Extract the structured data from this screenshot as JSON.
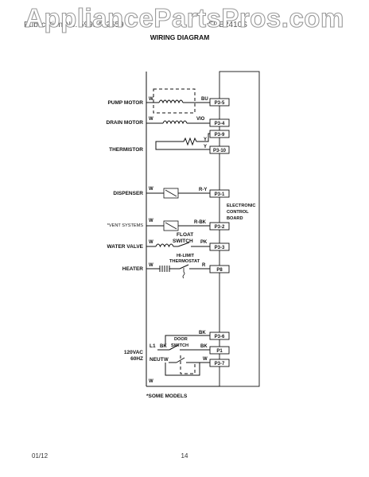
{
  "watermark": "AppliancePartsPros.com",
  "header": {
    "left": "Publication No. 5995442659",
    "right": "FDB2410S"
  },
  "title": "WIRING DIAGRAM",
  "board_label": [
    "ELECTRONIC",
    "CONTROL",
    "BOARD"
  ],
  "components": {
    "pump_motor": "PUMP MOTOR",
    "drain_motor": "DRAIN MOTOR",
    "thermistor": "THERMISTOR",
    "dispenser": "DISPENSER",
    "vent_systems": "*VENT SYSTEMS",
    "float_switch": [
      "FLOAT",
      "SWITCH"
    ],
    "water_valve": "WATER VALVE",
    "hi_limit": [
      "HI-LIMIT",
      "THERMOSTAT"
    ],
    "heater": "HEATER",
    "door_switch": [
      "DOOR",
      "SWITCH"
    ],
    "power": [
      "120VAC",
      "60HZ"
    ],
    "l1": "L1",
    "neut": "NEUT"
  },
  "terminals": {
    "p3_5": "P3-5",
    "p3_4": "P3-4",
    "p3_9": "P3-9",
    "p3_10": "P3-10",
    "p3_1": "P3-1",
    "p3_2": "P3-2",
    "p3_3": "P3-3",
    "p8": "P8",
    "p3_6": "P3-6",
    "p1": "P1",
    "p3_7": "P3-7"
  },
  "wires": {
    "w_pump": "W",
    "bu": "BU",
    "w_drain": "W",
    "vio": "VIO",
    "y_9": "Y",
    "y_10": "Y",
    "w_disp": "W",
    "r_y": "R-Y",
    "w_vent": "W",
    "r_bk": "R-BK",
    "w_valve": "W",
    "pk": "PK",
    "w_heater": "W",
    "r": "R",
    "bk_p36": "BK",
    "bk_l1": "BK",
    "bk_p1": "BK",
    "w_neut": "W",
    "w_p37": "W",
    "w_bottom": "W"
  },
  "footnote": "*SOME MODELS",
  "footer": {
    "date": "01/12",
    "page": "14"
  }
}
